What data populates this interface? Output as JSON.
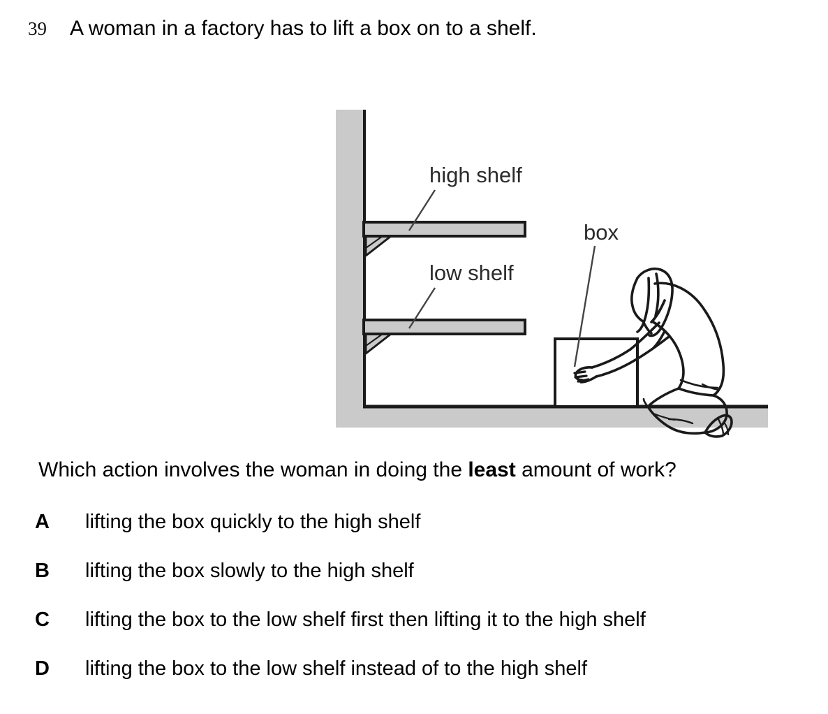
{
  "question": {
    "number": "39",
    "stem": "A woman in a factory has to lift a box on to a shelf.",
    "leadin_before": "Which action involves the woman in doing the ",
    "leadin_emphasis": "least",
    "leadin_after": " amount of work?"
  },
  "figure": {
    "labels": {
      "high_shelf": "high shelf",
      "low_shelf": "low shelf",
      "box": "box"
    },
    "colors": {
      "structure_gray": "#cacaca",
      "outline_black": "#1a1a1a",
      "shelf_fill": "#cacaca",
      "background": "#ffffff"
    },
    "parts": [
      "wall",
      "floor",
      "high-shelf",
      "low-shelf",
      "shelf-bracket-upper",
      "shelf-bracket-lower",
      "box",
      "woman-kneeling"
    ]
  },
  "options": [
    {
      "letter": "A",
      "text": "lifting the box quickly to the high shelf"
    },
    {
      "letter": "B",
      "text": "lifting the box slowly to the high shelf"
    },
    {
      "letter": "C",
      "text": "lifting the box to the low shelf first then lifting it to the high shelf"
    },
    {
      "letter": "D",
      "text": "lifting the box to the low shelf instead of to the high shelf"
    }
  ]
}
